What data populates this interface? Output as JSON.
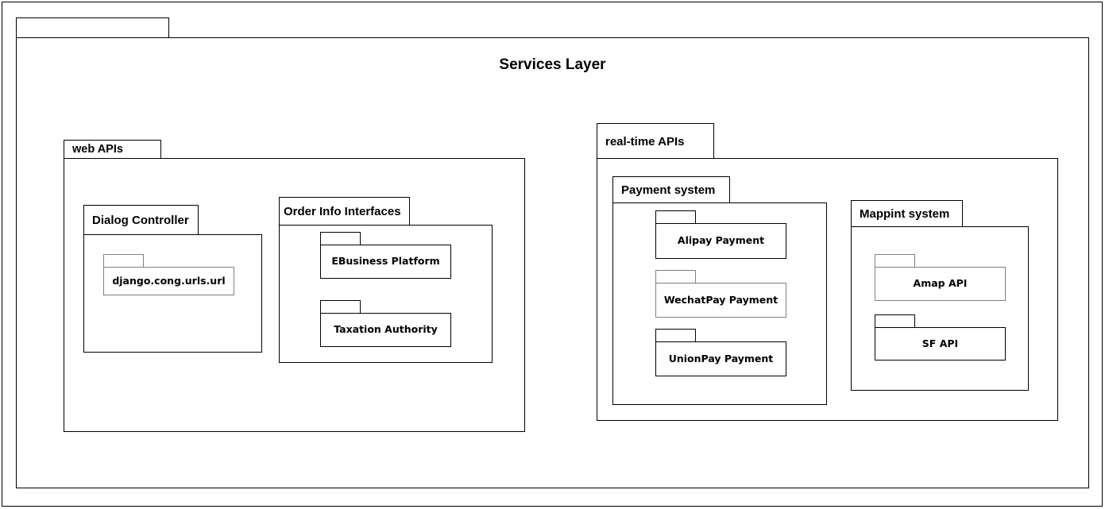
{
  "diagram": {
    "kind": "uml-package-diagram",
    "title": "Services Layer",
    "root_package_tab_label": "",
    "stroke_black": "#000000",
    "stroke_grey": "#808080",
    "background": "#ffffff"
  },
  "packages": {
    "web_apis": {
      "label": "web APIs",
      "children": {
        "dialog_controller": {
          "label": "Dialog Controller",
          "leaves": [
            {
              "label": "django.cong.urls.url",
              "stroke": "grey"
            }
          ]
        },
        "order_info_interfaces": {
          "label": "Order Info Interfaces",
          "leaves": [
            {
              "label": "EBusiness Platform",
              "stroke": "black"
            },
            {
              "label": "Taxation Authority",
              "stroke": "black"
            }
          ]
        }
      }
    },
    "real_time_apis": {
      "label": "real-time APIs",
      "children": {
        "payment_system": {
          "label": "Payment system",
          "leaves": [
            {
              "label": "Alipay Payment",
              "stroke": "black"
            },
            {
              "label": "WechatPay Payment",
              "stroke": "grey"
            },
            {
              "label": "UnionPay Payment",
              "stroke": "black"
            }
          ]
        },
        "mappint_system": {
          "label": "Mappint system",
          "leaves": [
            {
              "label": "Amap API",
              "stroke": "grey"
            },
            {
              "label": "SF API",
              "stroke": "black"
            }
          ]
        }
      }
    }
  }
}
